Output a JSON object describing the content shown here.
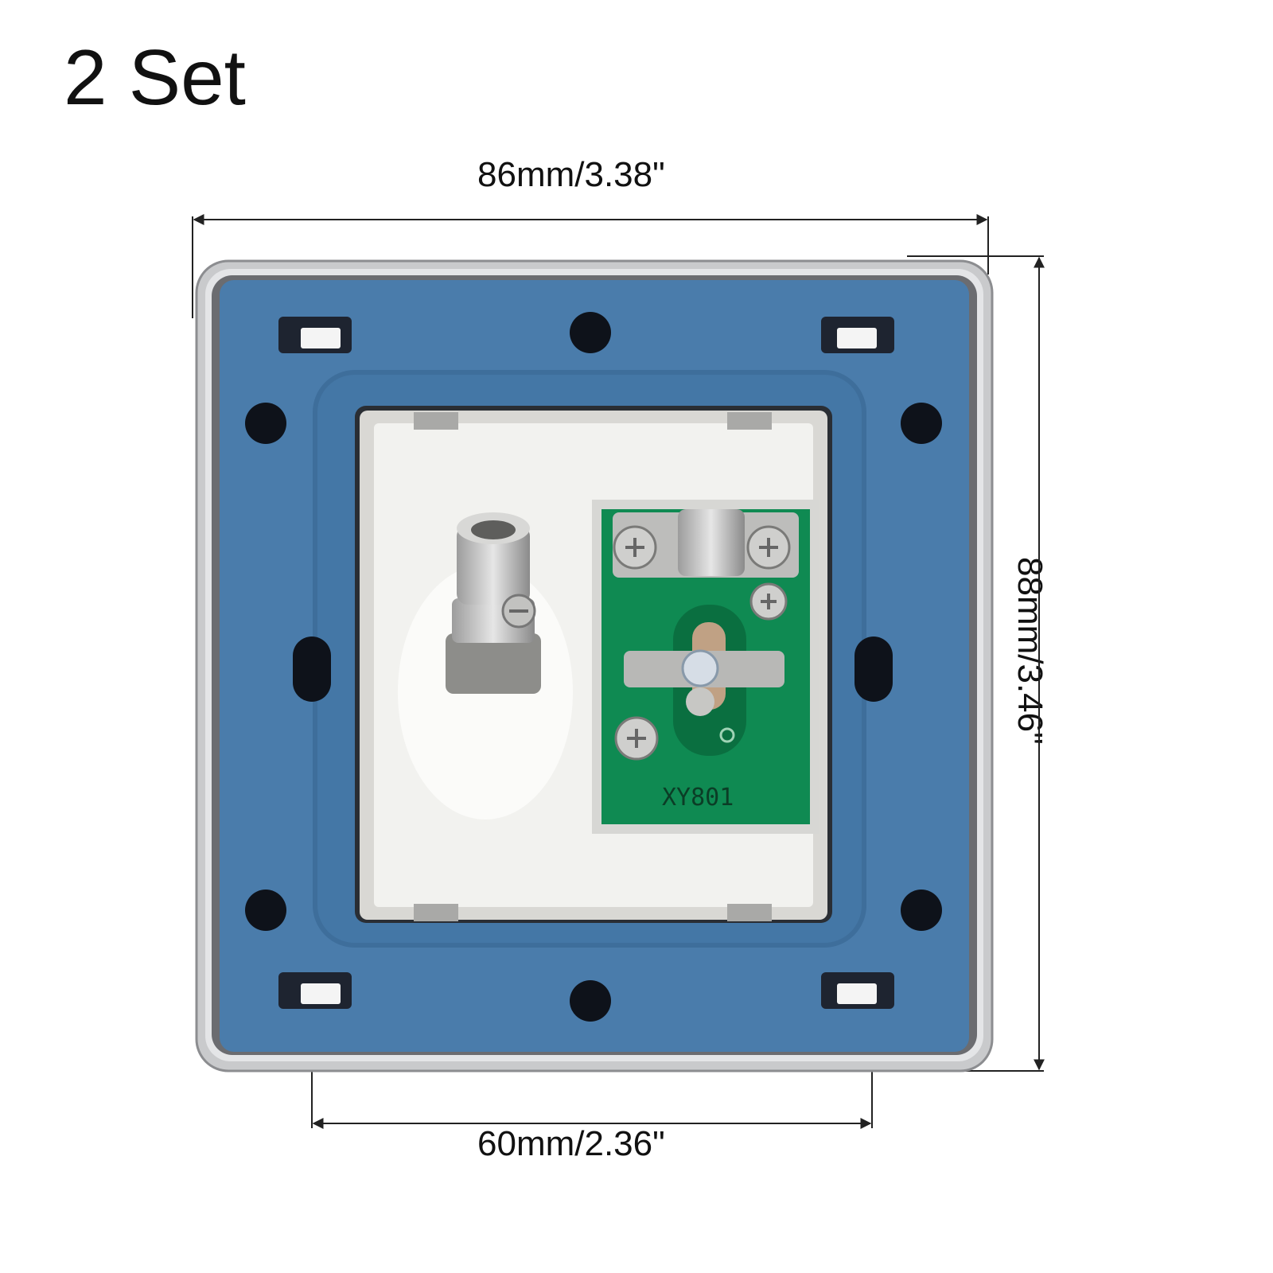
{
  "title": "2 Set",
  "dimensions": {
    "width_label": "86mm/3.38\"",
    "height_label": "88mm/3.46\"",
    "spacing_label": "60mm/2.36\""
  },
  "pcb_marking": "XY801",
  "colors": {
    "frame": "#c9cacc",
    "back_plate": "#4a7cab",
    "module_housing": "#f2f2ef",
    "pcb": "#0f8a52",
    "dimension_line": "#222222"
  }
}
